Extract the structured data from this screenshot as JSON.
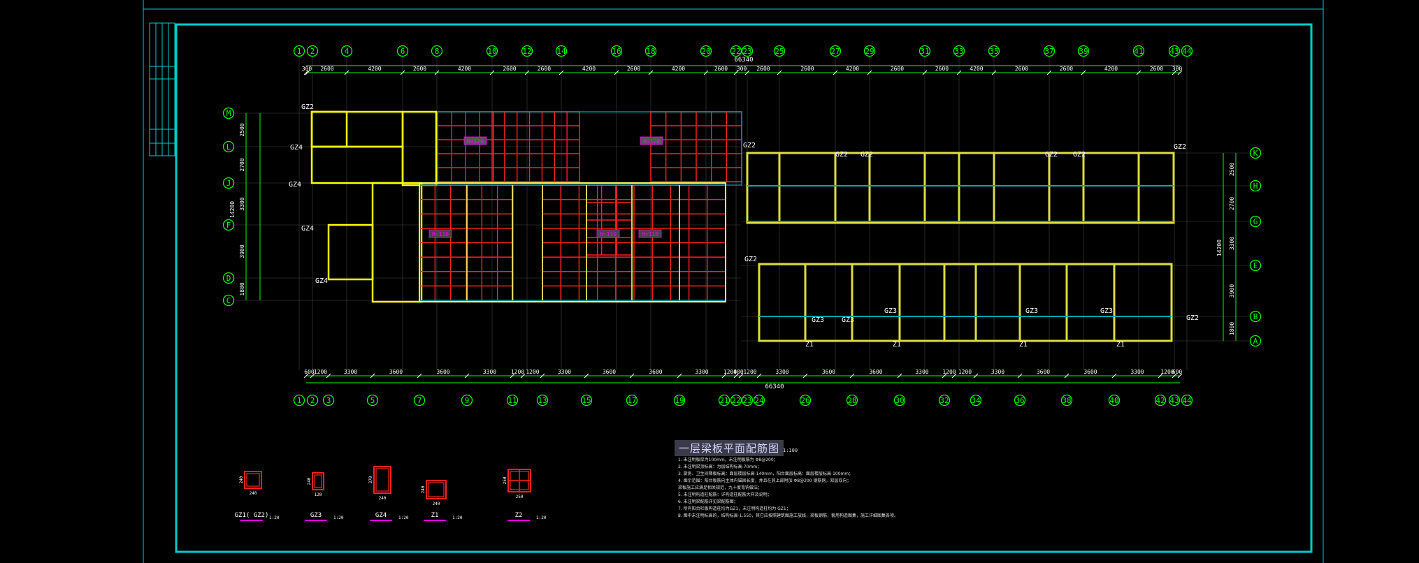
{
  "drawing": {
    "title": "一层梁板平面配筋图",
    "title_scale": "1:100",
    "total_dimension": "66340",
    "colors": {
      "background": "#000000",
      "frame": "#00ffff",
      "axis": "#00ff00",
      "wall": "#ffff00",
      "rebar": "#ff2020",
      "beam": "#00aaaa",
      "text": "#ffffff",
      "tag": "#ff00ff"
    }
  },
  "grid": {
    "top_axes": [
      "1",
      "2",
      "4",
      "6",
      "8",
      "10",
      "12",
      "14",
      "16",
      "18",
      "20",
      "22",
      "23",
      "25",
      "27",
      "29",
      "31",
      "33",
      "35",
      "37",
      "39",
      "41",
      "43",
      "44"
    ],
    "bottom_axes": [
      "1",
      "2",
      "3",
      "5",
      "7",
      "9",
      "11",
      "13",
      "15",
      "17",
      "19",
      "21",
      "22",
      "23",
      "24",
      "26",
      "28",
      "30",
      "32",
      "34",
      "36",
      "38",
      "40",
      "42",
      "43",
      "44"
    ],
    "left_axes": [
      "M",
      "L",
      "J",
      "F",
      "D",
      "C"
    ],
    "right_axes": [
      "K",
      "H",
      "G",
      "E",
      "B",
      "A"
    ],
    "top_dims": [
      "300",
      "2600",
      "4200",
      "2600",
      "4200",
      "2600",
      "2600",
      "4200",
      "2600",
      "4200",
      "2600",
      "300",
      "2600",
      "2600",
      "4200",
      "2600",
      "2600",
      "4200",
      "2600",
      "2600",
      "4200",
      "2600",
      "300"
    ],
    "bottom_dims": [
      "600",
      "1200",
      "3300",
      "3600",
      "3600",
      "3300",
      "1200",
      "1200",
      "3300",
      "3600",
      "3600",
      "3300",
      "1200",
      "400",
      "1200",
      "3300",
      "3600",
      "3600",
      "3300",
      "1200",
      "1200",
      "3300",
      "3600",
      "3600",
      "3300",
      "1200",
      "600"
    ],
    "left_dims": [
      "2500",
      "2700",
      "3300",
      "3900",
      "1800",
      "14200"
    ],
    "right_dims": [
      "2500",
      "2700",
      "3300",
      "3900",
      "1800",
      "14200"
    ]
  },
  "labels": {
    "column_tags": [
      "GZ2",
      "GZ4",
      "GZ4",
      "GZ4",
      "GZ4",
      "GZ2",
      "GZ2",
      "GZ2",
      "GZ2",
      "GZ2",
      "GZ2",
      "GZ2",
      "GZ3",
      "GZ3",
      "GZ3",
      "GZ3",
      "GZ3",
      "GZ2",
      "Z1",
      "Z1",
      "Z1",
      "Z1"
    ],
    "slab_tag": "H=120",
    "slab_tag_alt": "H=110"
  },
  "details": [
    {
      "name": "GZ1( GZ2)",
      "scale": "1:20",
      "w": "240",
      "h": "240"
    },
    {
      "name": "GZ3",
      "scale": "1:20",
      "w": "120",
      "h": "240"
    },
    {
      "name": "GZ4",
      "scale": "1:20",
      "w": "240",
      "h": "370"
    },
    {
      "name": "Z1",
      "scale": "1:20",
      "w": "240",
      "h": "240"
    },
    {
      "name": "Z2",
      "scale": "1:20",
      "w": "250",
      "h": "250"
    }
  ],
  "notes": [
    "1. 未注明板厚为100mm，未注明板筋为 Φ8@200；",
    "2. 未注明梁顶标高：为层结构标高-70mm；",
    "3. 厨房、卫生间降板标高：面层楼层标高-140mm，阳台面层标高：面层楼层标高-100mm；",
    "4. 图示范围：阳台板筋向主体内锚固长度，并且在其上部附加 Φ8@200 钢筋网，双层双向；",
    "   梁板施工应满足相关规范，九十度弯钩做法；",
    "5. 未注明构造柱配筋：详构造柱配筋大样及说明；",
    "6. 未注明梁配筋详见梁配筋图；",
    "7. 所有阳台栏板构造柱均为GZ1，未注明构造柱均为 GZ1；",
    "8. 图中未注明标高的，结构标高-1.550，其它应按照建筑图施工放线，梁板钢筋，套用构造图集，施工详细图集各项。"
  ]
}
